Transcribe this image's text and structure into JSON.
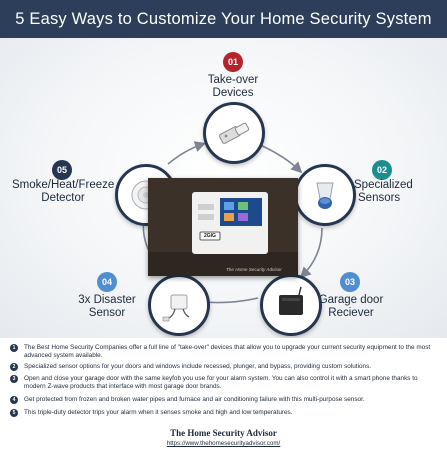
{
  "header": {
    "title": "5 Easy Ways to Customize Your Home Security System"
  },
  "colors": {
    "navy": "#2c3e59",
    "red": "#b5242c",
    "teal": "#1b8f8f",
    "blue": "#4f8ed0"
  },
  "steps": [
    {
      "num": "01",
      "label_lines": [
        "Take-over",
        "Devices"
      ],
      "icon": "takeover-device-icon"
    },
    {
      "num": "02",
      "label_lines": [
        "Specialized",
        "Sensors"
      ],
      "icon": "specialized-sensor-icon"
    },
    {
      "num": "03",
      "label_lines": [
        "Garage door",
        "Reciever"
      ],
      "icon": "garage-door-receiver-icon"
    },
    {
      "num": "04",
      "label_lines": [
        "3x Disaster",
        "Sensor"
      ],
      "icon": "disaster-sensor-icon"
    },
    {
      "num": "05",
      "label_lines": [
        "Smoke/Heat/Freeze",
        "Detector"
      ],
      "icon": "smoke-detector-icon"
    }
  ],
  "photo": {
    "brand_tag": "2GIG",
    "caption": "The Home Security Advisor"
  },
  "notes": [
    {
      "num": "1",
      "text": "The Best Home Security Companies offer a full line of \"take-over\" devices that allow you to upgrade your current security equipment to the most advanced system available."
    },
    {
      "num": "2",
      "text": "Specialized sensor options for your doors and windows include recessed, plunger, and bypass, providing custom solutions."
    },
    {
      "num": "3",
      "text": "Open and close your garage door with the same keyfob you use for your alarm system. You can also control it with a smart phone thanks to modern Z-wave products that interface with most garage door brands."
    },
    {
      "num": "4",
      "text": "Get protected from frozen and broken water pipes and furnace and air conditioning failure with this multi-purpose sensor."
    },
    {
      "num": "5",
      "text": "This triple-duty detector trips your alarm when it senses smoke and high and low temperatures."
    }
  ],
  "footer": {
    "brand": "The Home Security Advisor",
    "url": "https://www.thehomesecurityadvisor.com/"
  }
}
